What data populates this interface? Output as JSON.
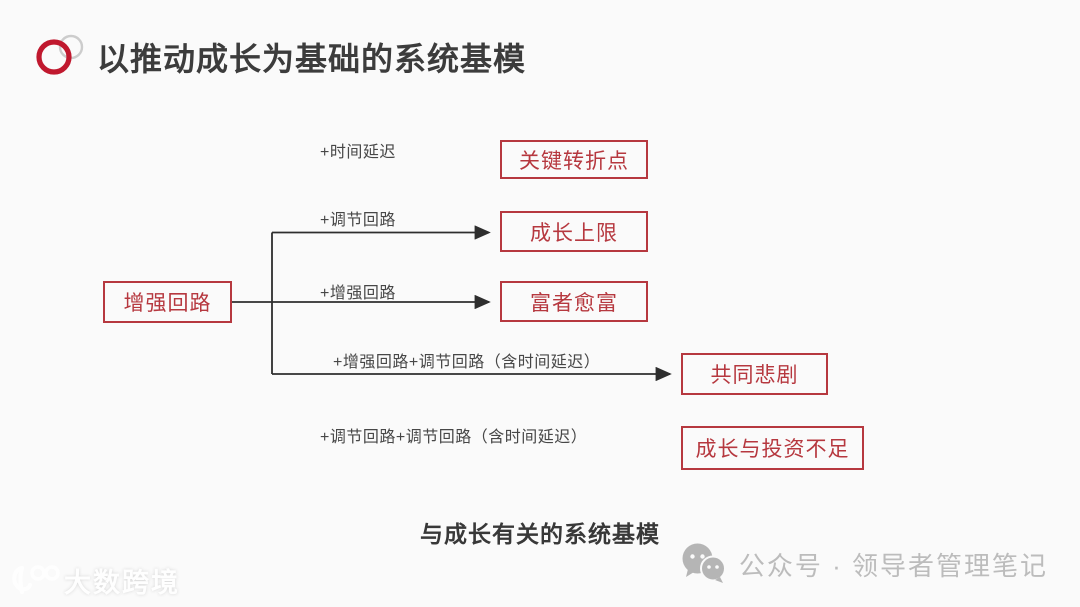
{
  "title": {
    "text": "以推动成长为基础的系统基模"
  },
  "diagram": {
    "boxes": [
      {
        "id": "source",
        "label": "增强回路"
      },
      {
        "id": "turning-point",
        "label": "关键转折点"
      },
      {
        "id": "growth-limit",
        "label": "成长上限"
      },
      {
        "id": "rich-richer",
        "label": "富者愈富"
      },
      {
        "id": "tragedy",
        "label": "共同悲剧"
      },
      {
        "id": "underinvest",
        "label": "成长与投资不足"
      }
    ],
    "edge_labels": [
      {
        "text": "+时间延迟"
      },
      {
        "text": "+调节回路"
      },
      {
        "text": "+增强回路"
      },
      {
        "text": "+增强回路+调节回路（含时间延迟）"
      },
      {
        "text": "+调节回路+调节回路（含时间延迟）"
      }
    ]
  },
  "caption": {
    "text": "与成长有关的系统基模"
  },
  "footer": {
    "wechat_label": "公众号 · 领导者管理笔记"
  },
  "watermark": {
    "text": "大数跨境"
  },
  "icons": {
    "title_bullet": "double-ring-icon",
    "footer": "wechat-icon",
    "watermark": "100-swirl-logo-icon"
  },
  "colors": {
    "accent_red": "#b6383f",
    "title_ring_red": "#c0182e",
    "ring_gray": "#cccccc",
    "connector_line": "#2e2e2e",
    "edge_label_gray": "#474747",
    "footer_gray": "#bcbcbc",
    "background": "#fafafa"
  }
}
